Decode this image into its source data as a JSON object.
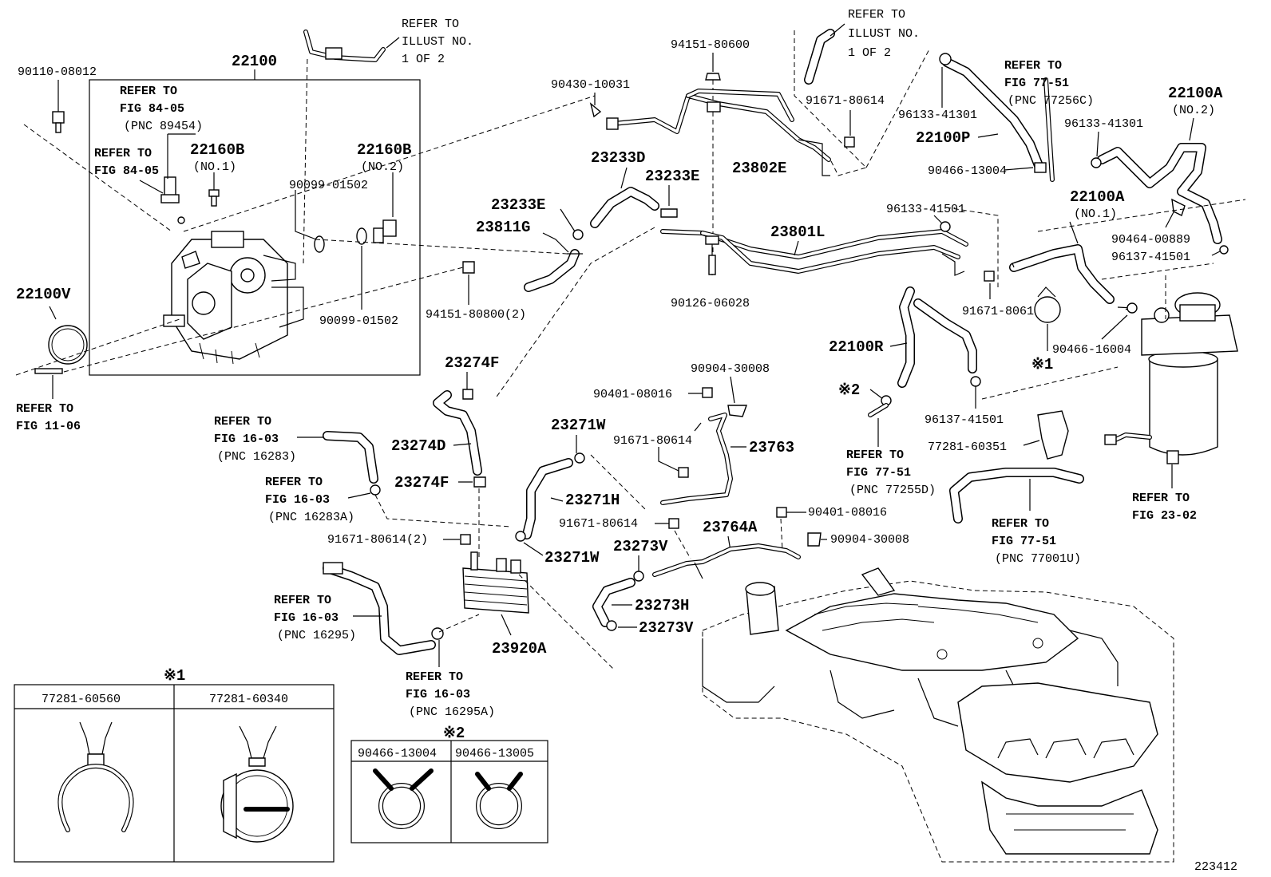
{
  "figure_id": "223412",
  "labels": {
    "p22100": "22100",
    "p90110": "90110-08012",
    "refer_fig8405a_1": "REFER TO",
    "refer_fig8405a_2": "FIG 84-05",
    "refer_fig8405a_3": "(PNC 89454)",
    "refer_fig8405b_1": "REFER TO",
    "refer_fig8405b_2": "FIG 84-05",
    "p22160b_no1": "22160B",
    "p22160b_no1_sub": "(NO.1)",
    "p22160b_no2": "22160B",
    "p22160b_no2_sub": "(NO.2)",
    "p90099_top": "90099-01502",
    "p90099_bottom": "90099-01502",
    "p22100v": "22100V",
    "refer_fig1106_1": "REFER TO",
    "refer_fig1106_2": "FIG 11-06",
    "refer_illust_a_1": "REFER TO",
    "refer_illust_a_2": "ILLUST NO.",
    "refer_illust_a_3": "1 OF 2",
    "refer_illust_b_1": "REFER TO",
    "refer_illust_b_2": "ILLUST NO.",
    "refer_illust_b_3": "1 OF 2",
    "p94151_80600": "94151-80600",
    "p90430": "90430-10031",
    "p91671_top": "91671-80614",
    "p23802e": "23802E",
    "p96133_top": "96133-41301",
    "refer_fig7751c_1": "REFER TO",
    "refer_fig7751c_2": "FIG 77-51",
    "refer_fig7751c_3": "(PNC 77256C)",
    "p22100a_no2": "22100A",
    "p22100a_no2_sub": "(NO.2)",
    "p96133_right": "96133-41301",
    "p22100p": "22100P",
    "p90466_13004_top": "90466-13004",
    "p22100a_no1": "22100A",
    "p22100a_no1_sub": "(NO.1)",
    "p90464": "90464-00889",
    "p96137_right": "96137-41501",
    "p23233d": "23233D",
    "p23233e_right": "23233E",
    "p23233e_left": "23233E",
    "p23811g": "23811G",
    "p96133_41501": "96133-41501",
    "p23801l": "23801L",
    "p94151_80800": "94151-80800(2)",
    "p90126": "90126-06028",
    "p91671_mid": "91671-80614",
    "p90466_16004": "90466-16004",
    "mark1": "※1",
    "p22100r": "22100R",
    "mark2": "※2",
    "p96137_bottom": "96137-41501",
    "refer_fig7751d_1": "REFER TO",
    "refer_fig7751d_2": "FIG 77-51",
    "refer_fig7751d_3": "(PNC 77255D)",
    "p77281_60351": "77281-60351",
    "refer_fig2302_1": "REFER TO",
    "refer_fig2302_2": "FIG 23-02",
    "refer_fig7751u_1": "REFER TO",
    "refer_fig7751u_2": "FIG 77-51",
    "refer_fig7751u_3": "(PNC 77001U)",
    "p23274f_top": "23274F",
    "p23274d": "23274D",
    "p23274f_bottom": "23274F",
    "refer_fig1603a_1": "REFER TO",
    "refer_fig1603a_2": "FIG 16-03",
    "refer_fig1603a_3": "(PNC 16283)",
    "refer_fig1603b_1": "REFER TO",
    "refer_fig1603b_2": "FIG 16-03",
    "refer_fig1603b_3": "(PNC 16283A)",
    "p91671_2": "91671-80614(2)",
    "refer_fig1603c_1": "REFER TO",
    "refer_fig1603c_2": "FIG 16-03",
    "refer_fig1603c_3": "(PNC 16295)",
    "refer_fig1603d_1": "REFER TO",
    "refer_fig1603d_2": "FIG 16-03",
    "refer_fig1603d_3": "(PNC 16295A)",
    "p23920a": "23920A",
    "p90904_top": "90904-30008",
    "p90401_top": "90401-08016",
    "p23271w_top": "23271W",
    "p91671_left": "91671-80614",
    "p23763": "23763",
    "p23271h": "23271H",
    "p91671_lower": "91671-80614",
    "p23764a": "23764A",
    "p90401_bottom": "90401-08016",
    "p90904_bottom": "90904-30008",
    "p23271w_bottom": "23271W",
    "p23273v_top": "23273V",
    "p23273h": "23273H",
    "p23273v_bottom": "23273V"
  },
  "inset1": {
    "mark": "※1",
    "col1": "77281-60560",
    "col2": "77281-60340"
  },
  "inset2": {
    "mark": "※2",
    "col1": "90466-13004",
    "col2": "90466-13005"
  }
}
